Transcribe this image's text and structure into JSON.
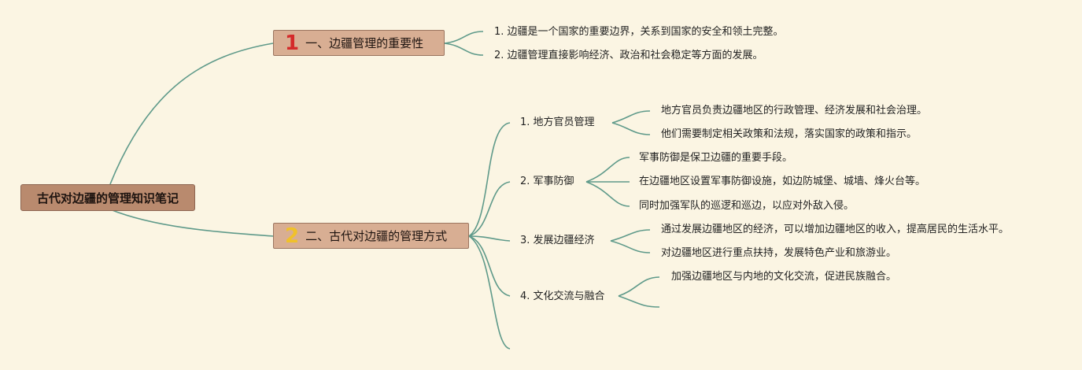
{
  "root": {
    "label": "古代对边疆的管理知识笔记"
  },
  "branch1": {
    "number": "1",
    "label": "一、边疆管理的重要性",
    "items": [
      "1. 边疆是一个国家的重要边界，关系到国家的安全和领土完整。",
      "2. 边疆管理直接影响经济、政治和社会稳定等方面的发展。"
    ]
  },
  "branch2": {
    "number": "2",
    "label": "二、古代对边疆的管理方式",
    "subs": [
      {
        "label": "1. 地方官员管理",
        "items": [
          "地方官员负责边疆地区的行政管理、经济发展和社会治理。",
          "他们需要制定相关政策和法规，落实国家的政策和指示。"
        ]
      },
      {
        "label": "2. 军事防御",
        "items": [
          "军事防御是保卫边疆的重要手段。",
          "在边疆地区设置军事防御设施，如边防城堡、城墙、烽火台等。",
          "同时加强军队的巡逻和巡边，以应对外敌入侵。"
        ]
      },
      {
        "label": "3. 发展边疆经济",
        "items": [
          "通过发展边疆地区的经济，可以增加边疆地区的收入，提高居民的生活水平。",
          "对边疆地区进行重点扶持，发展特色产业和旅游业。"
        ]
      },
      {
        "label": "4. 文化交流与融合",
        "items": [
          "加强边疆地区与内地的文化交流，促进民族融合。"
        ]
      }
    ]
  }
}
